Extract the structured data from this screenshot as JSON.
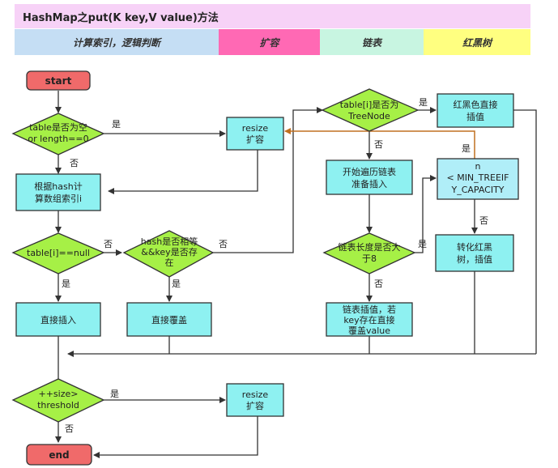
{
  "title": "HashMap之put(K key,V value)方法",
  "legend": [
    {
      "label": "计算索引，逻辑判断",
      "color": "#c5def4"
    },
    {
      "label": "扩容",
      "color": "#ff69b4"
    },
    {
      "label": "链表",
      "color": "#c8f5e1"
    },
    {
      "label": "红黑树",
      "color": "#ffff80"
    }
  ],
  "nodes": {
    "start": "start",
    "empty_check": [
      "table是否为空",
      "or length==0"
    ],
    "resize1": [
      "resize",
      "扩容"
    ],
    "calc_index": [
      "根据hash计",
      "算数组索引i"
    ],
    "null_check": "table[i]==null",
    "key_exists": [
      "hash是否相等",
      "&&key是否存",
      "在"
    ],
    "insert_direct": "直接插入",
    "overwrite": "直接覆盖",
    "treenode_check": [
      "table[i]是否为",
      "TreeNode"
    ],
    "rb_insert": [
      "红黑色直接",
      "插值"
    ],
    "traverse": [
      "开始遍历链表",
      "准备插入"
    ],
    "treeify_cond": [
      "n",
      "< MIN_TREEIF",
      "Y_CAPACITY"
    ],
    "list_len_check": [
      "链表长度是否大",
      "于8"
    ],
    "to_rbtree": [
      "转化红黑",
      "树，插值"
    ],
    "list_insert": [
      "链表插值，若",
      "key存在直接",
      "覆盖value"
    ],
    "size_check": [
      "++size>",
      "threshold"
    ],
    "resize2": [
      "resize",
      "扩容"
    ],
    "end": "end"
  },
  "labels": {
    "yes": "是",
    "no": "否"
  }
}
